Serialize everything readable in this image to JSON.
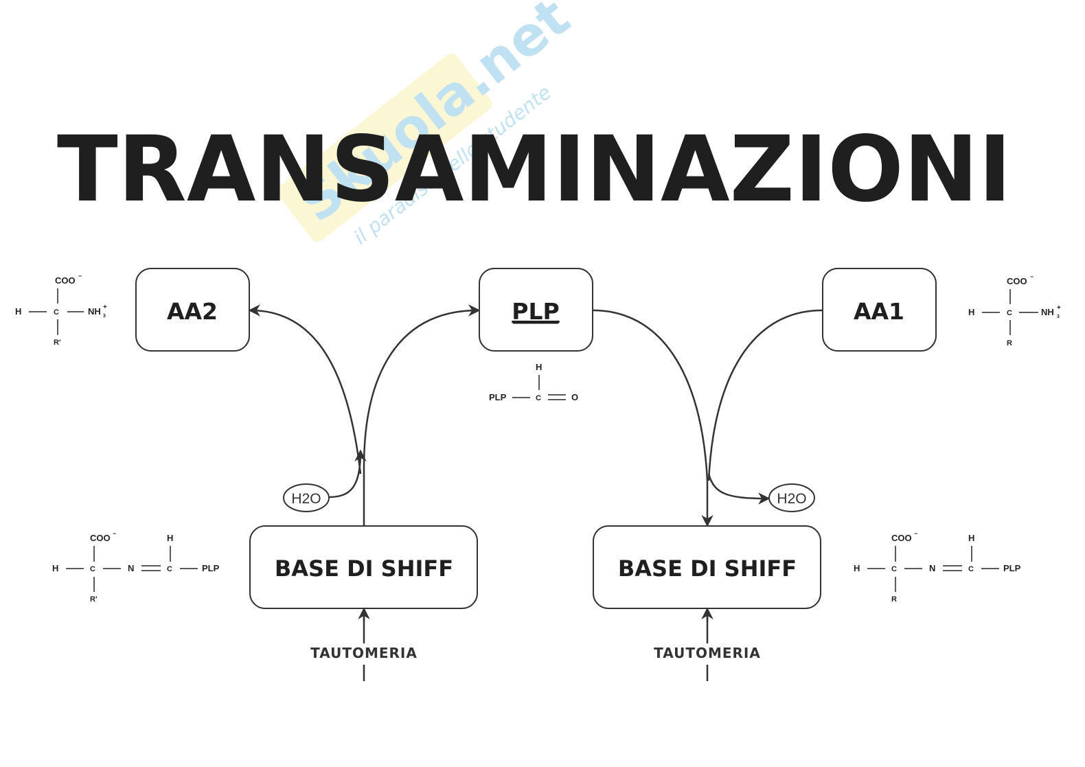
{
  "title": "TRANSAMINAZIONI",
  "watermark": {
    "logo_text": "Skuola.net",
    "tagline": "il paradiso dello studente"
  },
  "boxes": {
    "aa2": "AA2",
    "plp": "PLP",
    "aa1": "AA1",
    "schiff_left": "BASE DI SHIFF",
    "schiff_right": "BASE DI SHIFF"
  },
  "water_left": "H2O",
  "water_right": "H2O",
  "tautomeria_left": "TAUTOMERIA",
  "tautomeria_right": "TAUTOMERIA",
  "structures": {
    "aa2": {
      "top": "COO",
      "left": "H",
      "center": "C",
      "right": "NH",
      "bottom": "R'"
    },
    "aa1": {
      "top": "COO",
      "left": "H",
      "center": "C",
      "right": "NH",
      "bottom": "R"
    },
    "plp": {
      "top": "H",
      "left": "PLP",
      "center": "C",
      "right": "O"
    },
    "schiff_left": {
      "top1": "COO",
      "top2": "H",
      "left": "H",
      "c1": "C",
      "n": "N",
      "c2": "C",
      "right": "PLP",
      "bottom": "R'"
    },
    "schiff_right": {
      "top1": "COO",
      "top2": "H",
      "left": "H",
      "c1": "C",
      "n": "N",
      "c2": "C",
      "right": "PLP",
      "bottom": "R"
    }
  },
  "colors": {
    "ink": "#1f1f1f",
    "watermark_blue": "#8ecae6",
    "watermark_yellow": "#f4e27a"
  }
}
